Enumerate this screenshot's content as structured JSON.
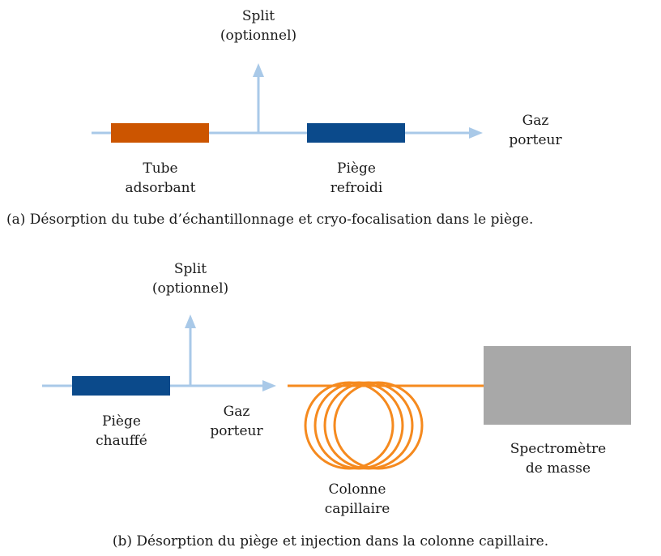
{
  "colors": {
    "gas_line": "#a9c9e8",
    "adsorbent_tube": "#cc5500",
    "trap": "#0b4a8b",
    "column": "#f58a1f",
    "spectrometer": "#a8a8a8"
  },
  "panel_a": {
    "split_label": [
      "Split",
      "(optionnel)"
    ],
    "carrier_gas_label": [
      "Gaz",
      "porteur"
    ],
    "tube_label": [
      "Tube",
      "adsorbant"
    ],
    "trap_label": [
      "Piège",
      "refroidi"
    ],
    "caption": "(a) Désorption du tube d’échantillonnage et cryo-focalisation dans le piège."
  },
  "panel_b": {
    "split_label": [
      "Split",
      "(optionnel)"
    ],
    "carrier_gas_label": [
      "Gaz",
      "porteur"
    ],
    "trap_label": [
      "Piège",
      "chauffé"
    ],
    "column_label": [
      "Colonne",
      "capillaire"
    ],
    "spectrometer_label": [
      "Spectromètre",
      "de masse"
    ],
    "caption": "(b) Désorption du piège et injection dans la colonne capillaire."
  }
}
